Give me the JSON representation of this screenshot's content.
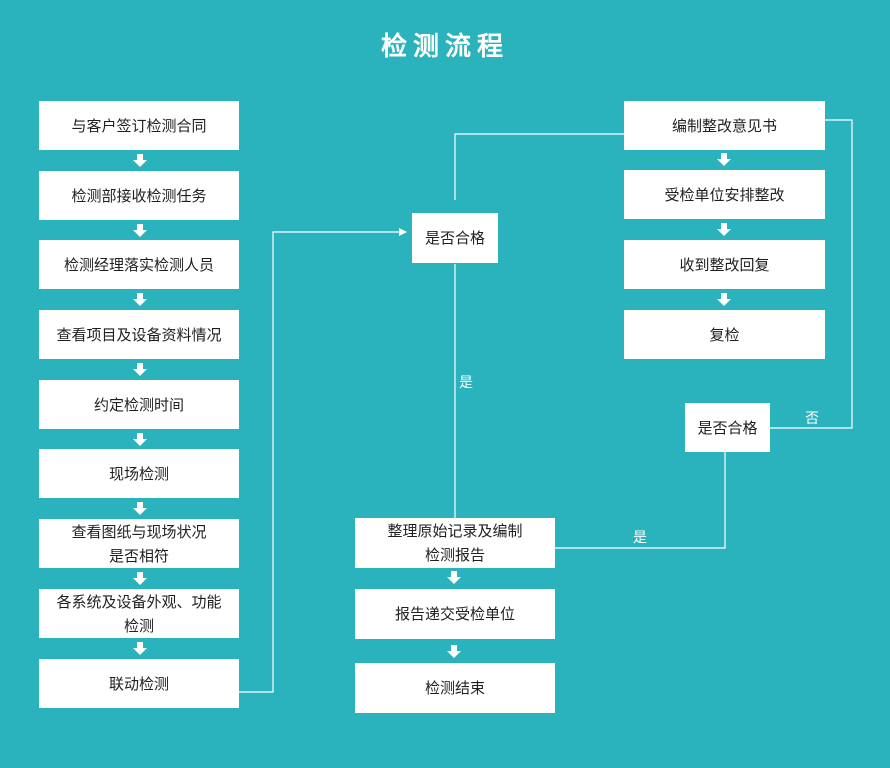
{
  "title": "检测流程",
  "left_column": [
    "与客户签订检测合同",
    "检测部接收检测任务",
    "检测经理落实检测人员",
    "查看项目及设备资料情况",
    "约定检测时间",
    "现场检测",
    [
      "查看图纸与现场状况",
      "是否相符"
    ],
    [
      "各系统及设备外观、功能",
      "检测"
    ],
    "联动检测"
  ],
  "decision_1": "是否合格",
  "middle_column": [
    [
      "整理原始记录及编制",
      "检测报告"
    ],
    "报告递交受检单位",
    "检测结束"
  ],
  "right_column": [
    "编制整改意见书",
    "受检单位安排整改",
    "收到整改回复",
    "复检"
  ],
  "decision_2": "是否合格",
  "labels": {
    "yes_1": "是",
    "yes_2": "是",
    "no": "否"
  },
  "colors": {
    "background": "#2ab3bc",
    "box": "#ffffff",
    "line": "#ffffff"
  }
}
